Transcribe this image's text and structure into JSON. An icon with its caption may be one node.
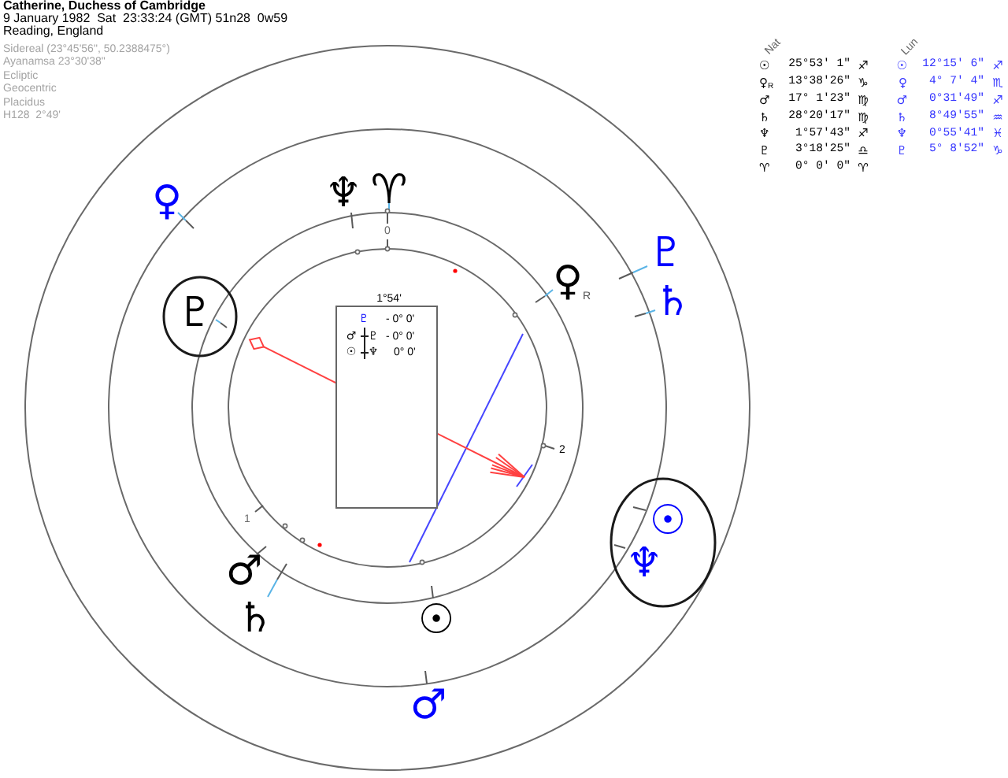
{
  "diagram": {
    "nodes": [
      {
        "text": [
          "♇"
        ]
      },
      {
        "text": [
          "1°54'",
          "♇",
          "- 0° 0'",
          "♂",
          "♇",
          "- 0° 0'",
          "☉",
          "♆",
          "0° 0'"
        ]
      },
      {
        "text": [
          "☉",
          "♆"
        ]
      }
    ],
    "labels": [
      "Catherine, Duchess of Cambridge",
      "9 January 1982  Sat  23:33:24 (GMT) 51n28  0w59",
      "Reading, England",
      "Sidereal (23°45'56\", 50.2388475°)",
      "Ayanamsa 23°30'38\"",
      "Ecliptic",
      "Geocentric",
      "Placidus",
      "H128  2°49'",
      "Nat",
      "Lun",
      "☉",
      "25°53' 1\"",
      "♐",
      "☉",
      "12°15' 6\"",
      "♐",
      "♀$_{R}$",
      "13°38'26\"",
      "♑",
      "♀",
      "4° 7' 4\"",
      "♏",
      "♂",
      "17° 1'23\"",
      "♍",
      "♂",
      "0°31'49\"",
      "♐",
      "♄",
      "28°20'17\"",
      "♍",
      "♄",
      "8°49'55\"",
      "♒",
      "♆",
      "1°57'43\"",
      "♐",
      "♆",
      "0°55'41\"",
      "♓",
      "♇",
      "3°18'25\"",
      "♎",
      "♇",
      "5° 8'52\"",
      "♑",
      "♈",
      "0° 0' 0\"",
      "♈",
      "♀",
      "♆",
      "♈",
      "0",
      "♇",
      "♀$_{R}$",
      "♄",
      "2",
      "1",
      "♂",
      "♄",
      "☉",
      "♂"
    ]
  }
}
